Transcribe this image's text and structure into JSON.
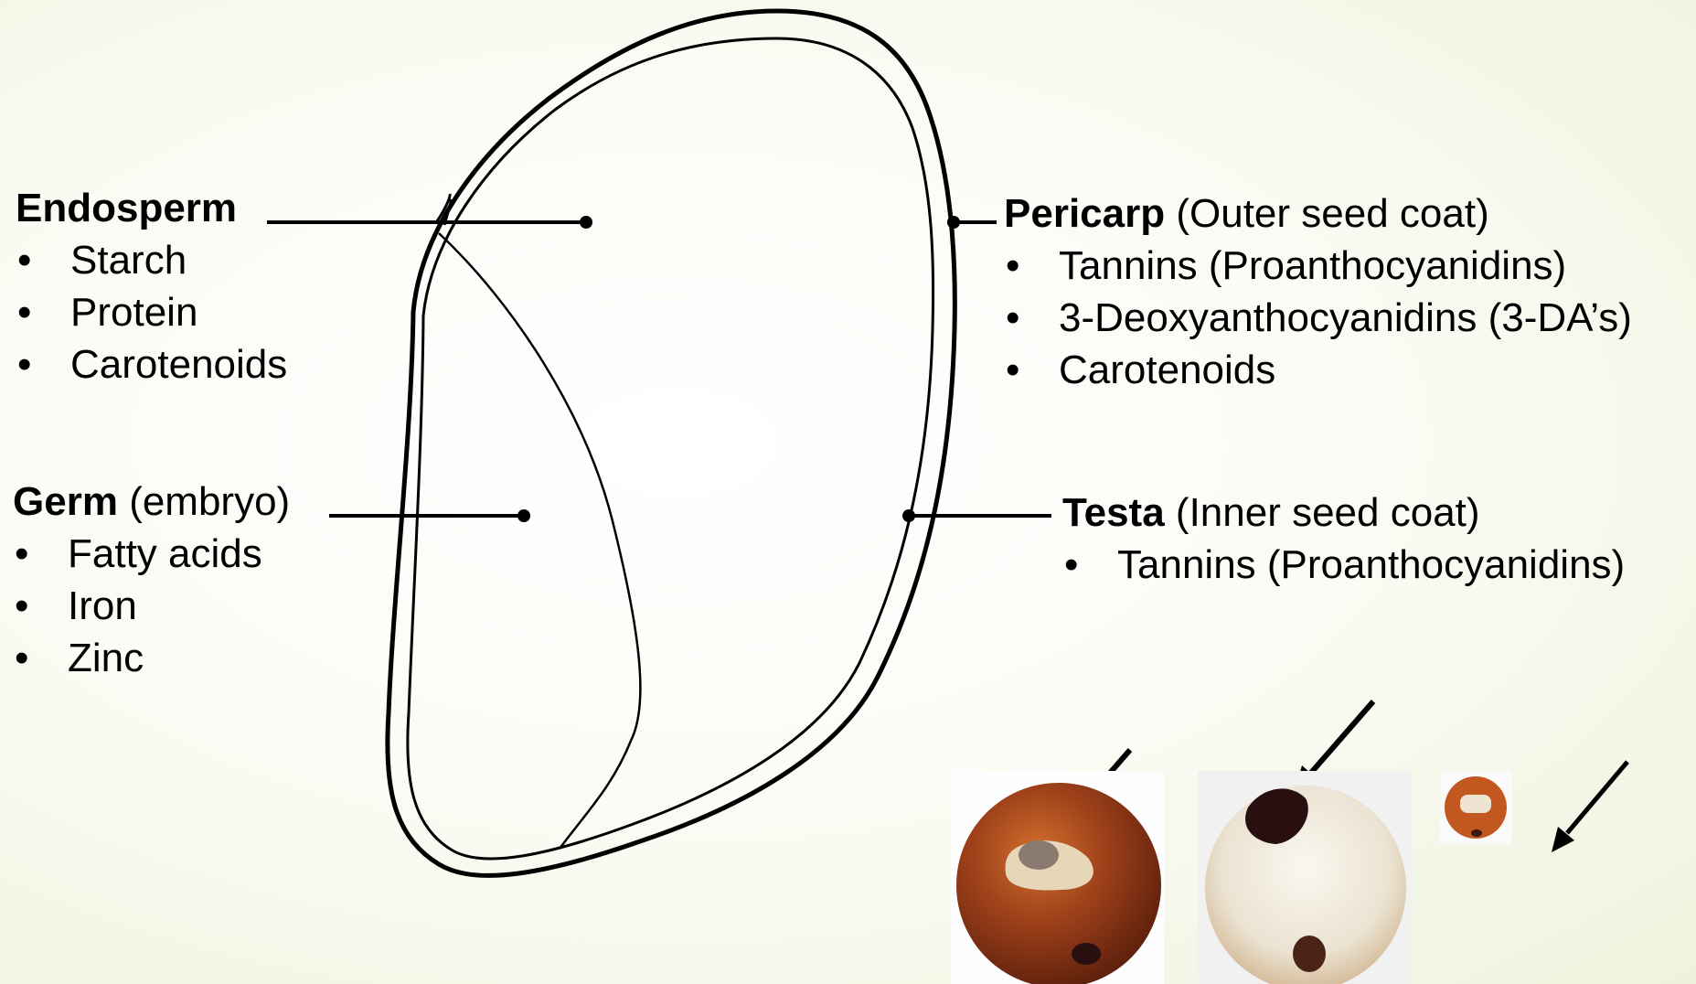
{
  "labels": {
    "endosperm": {
      "title": "Endosperm",
      "items": [
        "Starch",
        "Protein",
        "Carotenoids"
      ]
    },
    "germ": {
      "title": "Germ",
      "subtitle": "(embryo)",
      "items": [
        "Fatty acids",
        "Iron",
        "Zinc"
      ]
    },
    "pericarp": {
      "title": "Pericarp",
      "subtitle": "(Outer seed coat)",
      "items": [
        "Tannins (Proanthocyanidins)",
        "3-Deoxyanthocyanidins (3-DA’s)",
        "Carotenoids"
      ]
    },
    "testa": {
      "title": "Testa",
      "subtitle": "(Inner seed coat)",
      "items": [
        "Tannins (Proanthocyanidins)"
      ]
    }
  },
  "colors": {
    "line": "#000000",
    "red_kernel": "#a0421a",
    "white_kernel": "#f0ece2",
    "dark_spot": "#2a0f10"
  },
  "photos": [
    {
      "name": "red-kernel-photo"
    },
    {
      "name": "white-kernel-photo"
    },
    {
      "name": "small-kernel-photo"
    }
  ]
}
